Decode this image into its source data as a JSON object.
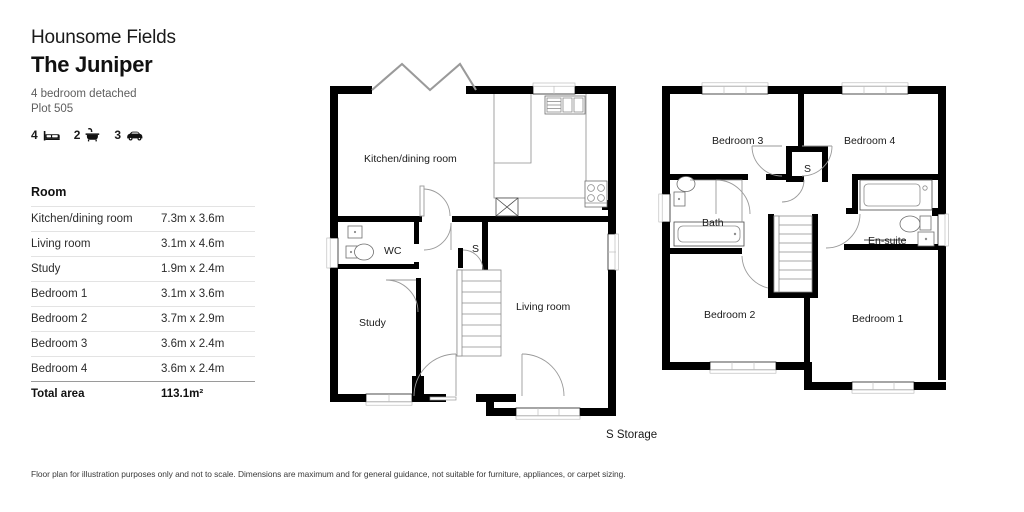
{
  "header": {
    "development": "Hounsome Fields",
    "house_type": "The Juniper",
    "description": "4 bedroom detached",
    "plot": "Plot 505"
  },
  "specs": [
    {
      "count": "4",
      "icon": "bed-icon",
      "label": "bedrooms"
    },
    {
      "count": "2",
      "icon": "bath-icon",
      "label": "bathrooms"
    },
    {
      "count": "3",
      "icon": "car-icon",
      "label": "parking spaces"
    }
  ],
  "room_table": {
    "header": "Room",
    "rows": [
      {
        "name": "Kitchen/dining room",
        "dimensions": "7.3m x 3.6m"
      },
      {
        "name": "Living room",
        "dimensions": "3.1m x 4.6m"
      },
      {
        "name": "Study",
        "dimensions": "1.9m x 2.4m"
      },
      {
        "name": "Bedroom 1",
        "dimensions": "3.1m x 3.6m"
      },
      {
        "name": "Bedroom 2",
        "dimensions": "3.7m x 2.9m"
      },
      {
        "name": "Bedroom 3",
        "dimensions": "3.6m x 2.4m"
      },
      {
        "name": "Bedroom 4",
        "dimensions": "3.6m x 2.4m"
      }
    ],
    "total": {
      "name": "Total area",
      "dimensions": "113.1m²"
    }
  },
  "ground_floor": {
    "rooms": [
      {
        "name": "Kitchen/dining room"
      },
      {
        "name": "WC"
      },
      {
        "name": "S"
      },
      {
        "name": "Study"
      },
      {
        "name": "Living room"
      }
    ]
  },
  "first_floor": {
    "rooms": [
      {
        "name": "Bedroom 3"
      },
      {
        "name": "Bedroom 4"
      },
      {
        "name": "S"
      },
      {
        "name": "Bath"
      },
      {
        "name": "En-suite"
      },
      {
        "name": "Bedroom 2"
      },
      {
        "name": "Bedroom 1"
      }
    ]
  },
  "legend": "S  Storage",
  "footer": "Floor plan for illustration purposes only and not to scale. Dimensions are maximum and for general guidance, not suitable for furniture, appliances, or carpet sizing.",
  "colors": {
    "wall": "#000000",
    "fixture_line": "#8c8c8c",
    "divider": "#e3e3e3",
    "text": "#1a1a1a",
    "muted_text": "#5e5e5e"
  }
}
